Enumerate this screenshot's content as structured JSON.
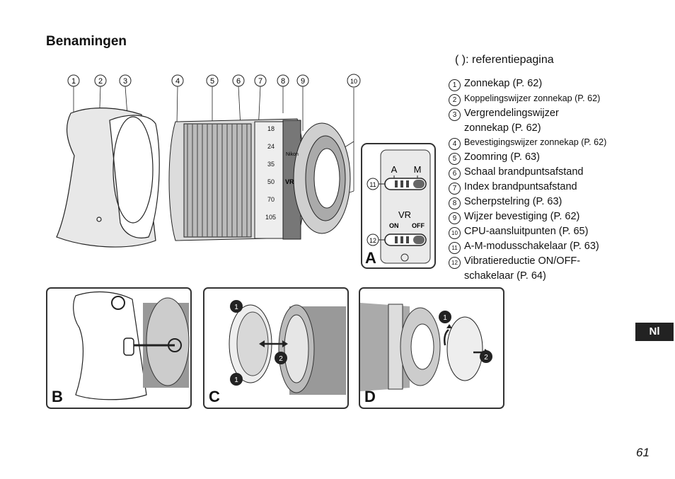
{
  "title": "Benamingen",
  "reference_note": "(     ): referentiepagina",
  "callouts": [
    "1",
    "2",
    "3",
    "4",
    "5",
    "6",
    "7",
    "8",
    "9",
    "10"
  ],
  "parts": [
    {
      "num": "1",
      "label": "Zonnekap (P. 62)",
      "small": false
    },
    {
      "num": "2",
      "label": "Koppelingswijzer zonnekap (P. 62)",
      "small": true
    },
    {
      "num": "3",
      "label": "Vergrendelingswijzer zonnekap (P. 62)",
      "small": false
    },
    {
      "num": "4",
      "label": "Bevestigingswijzer zonnekap (P. 62)",
      "small": true
    },
    {
      "num": "5",
      "label": "Zoomring (P. 63)",
      "small": false
    },
    {
      "num": "6",
      "label": "Schaal brandpuntsafstand",
      "small": false
    },
    {
      "num": "7",
      "label": "Index brandpuntsafstand",
      "small": false
    },
    {
      "num": "8",
      "label": "Scherpstelring (P. 63)",
      "small": false
    },
    {
      "num": "9",
      "label": "Wijzer bevestiging (P. 62)",
      "small": false
    },
    {
      "num": "10",
      "label": "CPU-aansluitpunten (P. 65)",
      "small": false
    },
    {
      "num": "11",
      "label": "A-M-modusschakelaar (P. 63)",
      "small": false
    },
    {
      "num": "12",
      "label": "Vibratiereductie ON/OFF-schakelaar (P. 64)",
      "small": false
    }
  ],
  "lens_scale": [
    "18",
    "24",
    "35",
    "50",
    "70",
    "105"
  ],
  "switch_panel": {
    "letter": "A",
    "callout_11": "11",
    "callout_12": "12",
    "mode_a": "A",
    "mode_m": "M",
    "vr_label": "VR",
    "on": "ON",
    "off": "OFF"
  },
  "panels": [
    {
      "letter": "B"
    },
    {
      "letter": "C",
      "steps": [
        "1",
        "2",
        "1"
      ]
    },
    {
      "letter": "D",
      "steps": [
        "1",
        "2"
      ]
    }
  ],
  "lens_markings": {
    "brand": "Nikon",
    "vr": "VR"
  },
  "lang_tab": "Nl",
  "page_number": "61"
}
